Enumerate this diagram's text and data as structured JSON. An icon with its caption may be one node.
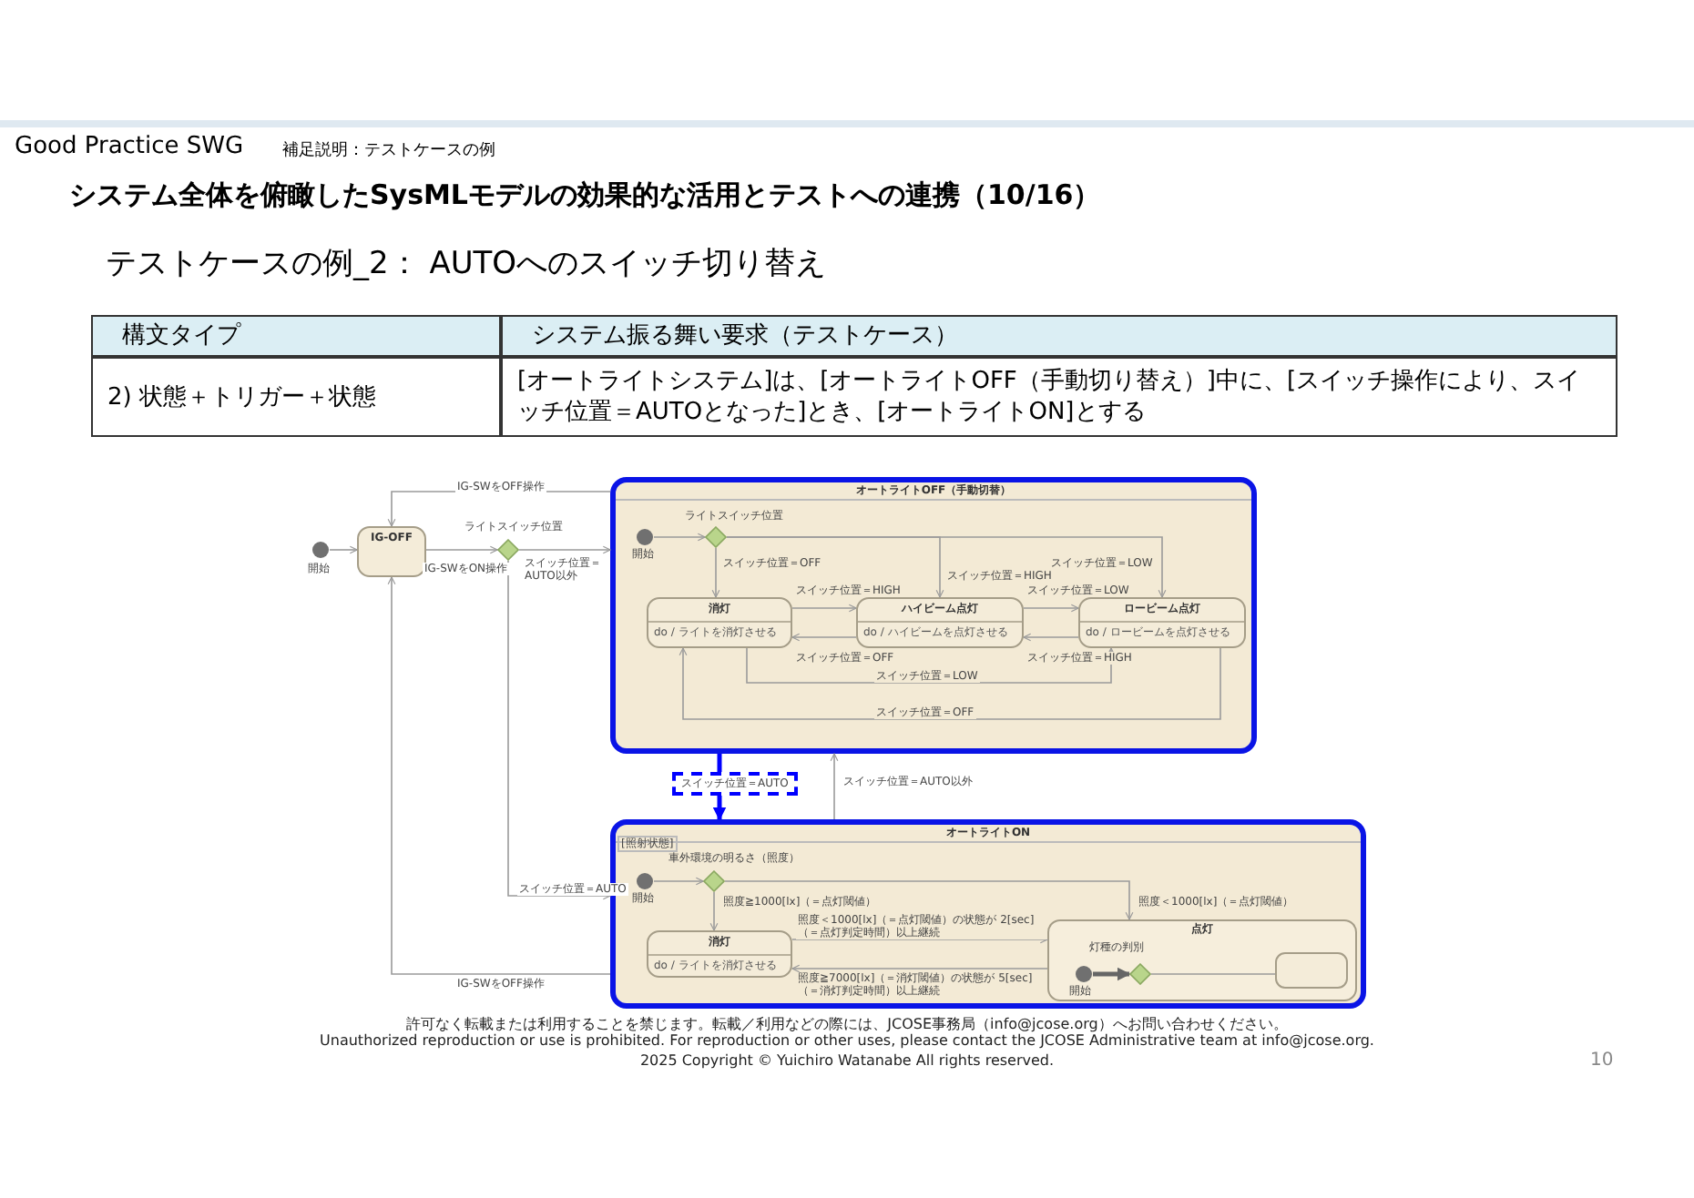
{
  "diagram": {
    "title": "システム全体を俯瞰したSysMLモデルの効果的な活用とテストへの連携（10/16）",
    "nodes": [
      {
        "text": [],
        "shape": "circle",
        "beside": [
          "開始"
        ]
      },
      {
        "text": [
          "IG-OFF"
        ]
      },
      {
        "text": [],
        "shape": "diamond",
        "beside": [
          "ライトスイッチ位置"
        ]
      },
      {
        "text": [
          "オートライトOFF（手動切替）"
        ]
      },
      {
        "text": [],
        "shape": "circle",
        "in": 3,
        "beside": [
          "開始"
        ]
      },
      {
        "text": [],
        "shape": "diamond",
        "in": 3,
        "beside": [
          "ライトスイッチ位置"
        ]
      },
      {
        "text": [
          "消灯",
          "do / ライトを消灯させる"
        ],
        "in": 3
      },
      {
        "text": [
          "ハイビーム点灯",
          "do / ハイビームを点灯させる"
        ],
        "in": 3
      },
      {
        "text": [
          "ロービーム点灯",
          "do / ロービームを点灯させる"
        ],
        "in": 3
      },
      {
        "text": [
          "オートライトON"
        ]
      },
      {
        "text": [],
        "shape": "circle",
        "in": 9,
        "beside": [
          "開始"
        ]
      },
      {
        "text": [],
        "shape": "diamond",
        "in": 9,
        "beside": [
          "車外環境の明るさ（照度）"
        ]
      },
      {
        "text": [
          "消灯",
          "do / ライトを消灯させる"
        ],
        "in": 9
      },
      {
        "text": [
          "点灯"
        ],
        "in": 9
      },
      {
        "text": [],
        "shape": "circle",
        "in": 13,
        "beside": [
          "開始"
        ]
      },
      {
        "text": [],
        "shape": "diamond",
        "in": 13,
        "beside": [
          "灯種の判別"
        ]
      },
      {
        "text": [],
        "shape": "box",
        "in": 13
      }
    ],
    "edges": [
      {
        "from": 0,
        "to": 1,
        "arrow": "to"
      },
      {
        "from": 1,
        "to": 2,
        "arrow": "to",
        "label": "IG-SWをON操作"
      },
      {
        "from": 2,
        "to": 3,
        "arrow": "to",
        "label": "スイッチ位置＝AUTO以外"
      },
      {
        "from": 2,
        "to": 9,
        "arrow": "to",
        "label": "スイッチ位置＝AUTO"
      },
      {
        "from": 3,
        "to": 1,
        "arrow": "to",
        "label": "IG-SWをOFF操作"
      },
      {
        "from": 9,
        "to": 1,
        "arrow": "to",
        "label": "IG-SWをOFF操作"
      },
      {
        "from": 3,
        "to": 9,
        "arrow": "to",
        "label": "スイッチ位置＝AUTO",
        "style": "thick",
        "color": "#0000ff"
      },
      {
        "from": 9,
        "to": 3,
        "arrow": "to",
        "label": "スイッチ位置＝AUTO以外"
      },
      {
        "from": 4,
        "to": 5,
        "arrow": "to"
      },
      {
        "from": 5,
        "to": 6,
        "arrow": "to",
        "label": "スイッチ位置＝OFF"
      },
      {
        "from": 5,
        "to": 7,
        "arrow": "to",
        "label": "スイッチ位置＝HIGH"
      },
      {
        "from": 5,
        "to": 8,
        "arrow": "to",
        "label": "スイッチ位置＝LOW"
      },
      {
        "from": 6,
        "to": 7,
        "arrow": "to",
        "label": "スイッチ位置＝HIGH"
      },
      {
        "from": 7,
        "to": 6,
        "arrow": "to",
        "label": "スイッチ位置＝OFF"
      },
      {
        "from": 7,
        "to": 8,
        "arrow": "to",
        "label": "スイッチ位置＝LOW"
      },
      {
        "from": 8,
        "to": 7,
        "arrow": "to",
        "label": "スイッチ位置＝HIGH"
      },
      {
        "from": 6,
        "to": 8,
        "arrow": "to",
        "label": "スイッチ位置＝LOW"
      },
      {
        "from": 8,
        "to": 6,
        "arrow": "to",
        "label": "スイッチ位置＝OFF"
      },
      {
        "from": 10,
        "to": 11,
        "arrow": "to"
      },
      {
        "from": 11,
        "to": 12,
        "arrow": "to",
        "label": "照度≧1000[lx]（＝点灯閾値）"
      },
      {
        "from": 11,
        "to": 13,
        "arrow": "to",
        "label": "照度＜1000[lx]（＝点灯閾値）"
      },
      {
        "from": 12,
        "to": 13,
        "arrow": "to",
        "label": "照度＜1000[lx]（＝点灯閾値）の状態が 2[sec]（＝点灯判定時間）以上継続"
      },
      {
        "from": 13,
        "to": 12,
        "arrow": "to",
        "label": "照度≧7000[lx]（＝消灯閾値）の状態が 5[sec]（＝消灯判定時間）以上継続"
      },
      {
        "from": 14,
        "to": 15,
        "arrow": "to",
        "style": "thick",
        "color": "#666666"
      },
      {
        "from": 15,
        "to": 16,
        "arrow": "none"
      }
    ],
    "labels": [
      "Good Practice SWG",
      "補足説明：テストケースの例",
      "テストケースの例_2： AUTOへのスイッチ切り替え",
      "構文タイプ",
      "システム振る舞い要求（テストケース）",
      "2) 状態＋トリガー＋状態",
      "[オートライトシステム]は、[オートライトOFF（手動切り替え）]中に、[スイッチ操作により、スイッチ位置＝AUTOとなった]とき、[オートライトON]とする",
      "[照射状態]",
      "許可なく転載または利用することを禁じます。転載／利用などの際には、JCOSE事務局（info@jcose.org）へお問い合わせください。",
      "Unauthorized reproduction or use is prohibited.  For reproduction or other uses, please contact the JCOSE Administrative team at info@jcose.org.",
      "2025 Copyright © Yuichiro Watanabe All rights reserved.",
      "10"
    ]
  }
}
